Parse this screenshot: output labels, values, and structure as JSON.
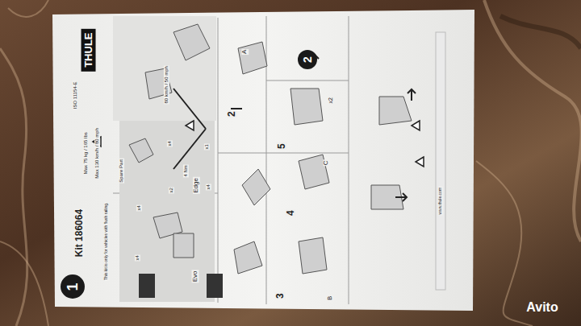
{
  "diagram": {
    "nodes": [
      {
        "text": [
          "1"
        ]
      },
      {
        "text": [
          "2"
        ]
      }
    ],
    "labels": [
      "THULE",
      "ISO 11154-E",
      "Kit 186064",
      "This kit is only for vehicles with flush railing.",
      "Max 75 kg / 165 lbs",
      "Max 130 km/h / 80 mph",
      "80 km/h / 50 mph",
      "Spare Part",
      "x4",
      "x4",
      "4 Nm",
      "x1",
      "x2",
      "x4",
      "x4",
      "Evo",
      "Edge",
      "2",
      "3",
      "4",
      "5",
      "A",
      "B",
      "C",
      "x2",
      "www.thule.com",
      "Avito"
    ]
  }
}
